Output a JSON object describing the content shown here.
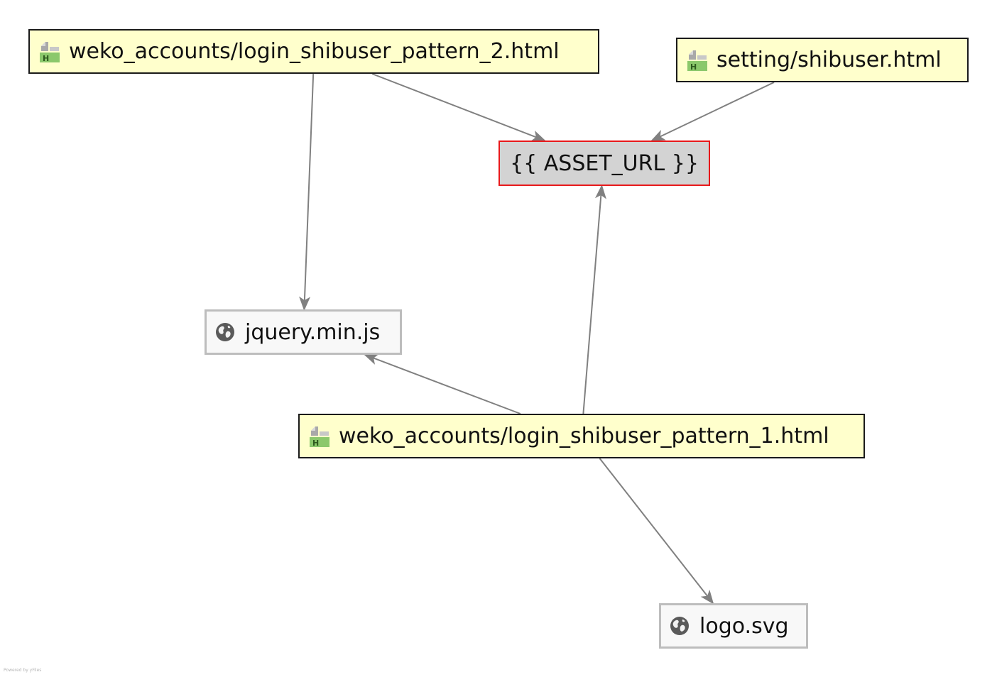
{
  "diagram": {
    "nodes": [
      {
        "id": "login-pattern-2",
        "label": "weko_accounts/login_shibuser_pattern_2.html",
        "kind": "html-template",
        "icon": "html-file-icon"
      },
      {
        "id": "setting-shibuser",
        "label": "setting/shibuser.html",
        "kind": "html-template",
        "icon": "html-file-icon"
      },
      {
        "id": "asset-url",
        "label": "{{ ASSET_URL }}",
        "kind": "unresolved-reference"
      },
      {
        "id": "jquery",
        "label": "jquery.min.js",
        "kind": "external-resource",
        "icon": "globe-icon"
      },
      {
        "id": "login-pattern-1",
        "label": "weko_accounts/login_shibuser_pattern_1.html",
        "kind": "html-template",
        "icon": "html-file-icon"
      },
      {
        "id": "logo",
        "label": "logo.svg",
        "kind": "external-resource",
        "icon": "globe-icon"
      }
    ],
    "edges": [
      {
        "from": "login-pattern-2",
        "to": "jquery"
      },
      {
        "from": "login-pattern-2",
        "to": "asset-url"
      },
      {
        "from": "setting-shibuser",
        "to": "asset-url"
      },
      {
        "from": "login-pattern-1",
        "to": "asset-url"
      },
      {
        "from": "login-pattern-1",
        "to": "jquery"
      },
      {
        "from": "login-pattern-1",
        "to": "logo"
      }
    ]
  },
  "footer": {
    "credit": "Powered by yFiles"
  },
  "colors": {
    "template_fill": "#ffffcc",
    "template_border": "#1a1a1a",
    "unresolved_fill": "#d3d3d3",
    "unresolved_border": "#e8191b",
    "external_fill": "#f8f8f8",
    "external_border": "#bdbdbd",
    "edge": "#808080",
    "html_icon_green": "#8bc86b",
    "globe_icon": "#5a5a5a"
  }
}
